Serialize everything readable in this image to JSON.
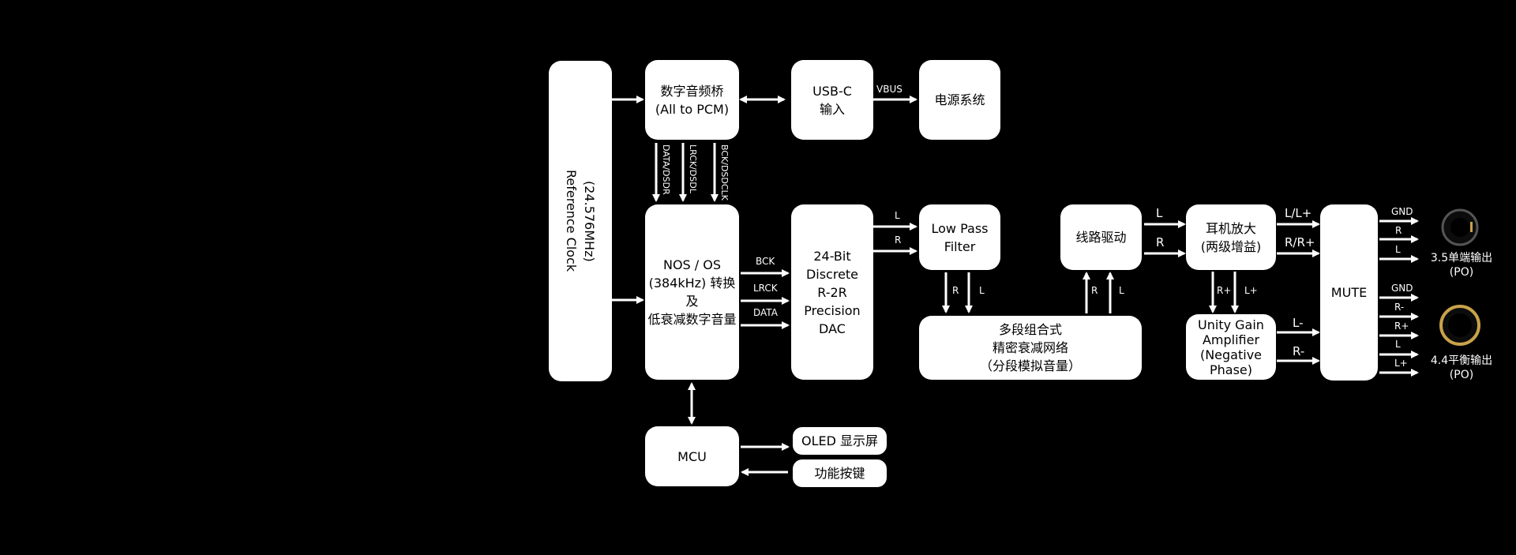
{
  "blocks": {
    "refclock": "(24.576MHz)\nReference Clock",
    "bridge": "数字音频桥\n(All to PCM)",
    "usbc": "USB-C\n输入",
    "power": "电源系统",
    "nos": "NOS / OS\n(384kHz) 转换\n及\n低衰减数字音量",
    "dac": "24-Bit\nDiscrete\nR-2R\nPrecision\nDAC",
    "lpf": "Low Pass\nFilter",
    "linedrv": "线路驱动",
    "atten": "多段组合式\n精密衰减网络\n（分段模拟音量）",
    "hpamp": "耳机放大\n(两级增益)",
    "unity": "Unity Gain\nAmplifier\n(Negative\nPhase)",
    "mute": "MUTE",
    "mcu": "MCU",
    "oled": "OLED 显示屏",
    "keys": "功能按键"
  },
  "signals": {
    "vbus": "VBUS",
    "data_dsdr": "DATA/DSDR",
    "lrck_dsdl": "LRCK/DSDL",
    "bck_dsdclk": "BCK/DSDCLK",
    "bck": "BCK",
    "lrck": "LRCK",
    "data": "DATA",
    "lpf_l": "L",
    "lpf_r": "R",
    "down_r": "R",
    "down_l": "L",
    "up_r": "R",
    "up_l": "L",
    "drv_l": "L",
    "drv_r": "R",
    "hp_l": "L/L+",
    "hp_r": "R/R+",
    "split_rp": "R+",
    "split_lp": "L+",
    "unity_lm": "L-",
    "unity_rm": "R-",
    "se_gnd": "GND",
    "se_r": "R",
    "se_l": "L",
    "bal_gnd": "GND",
    "bal_rm": "R-",
    "bal_rp": "R+",
    "bal_l": "L",
    "bal_lp": "L+"
  },
  "outputs": {
    "se": "3.5单端输出\n(PO)",
    "bal": "4.4平衡输出\n(PO)"
  },
  "colors": {
    "background": "#000000",
    "block": "#ffffff",
    "wire": "#ffffff",
    "jack_ring": "#c9a24a"
  }
}
